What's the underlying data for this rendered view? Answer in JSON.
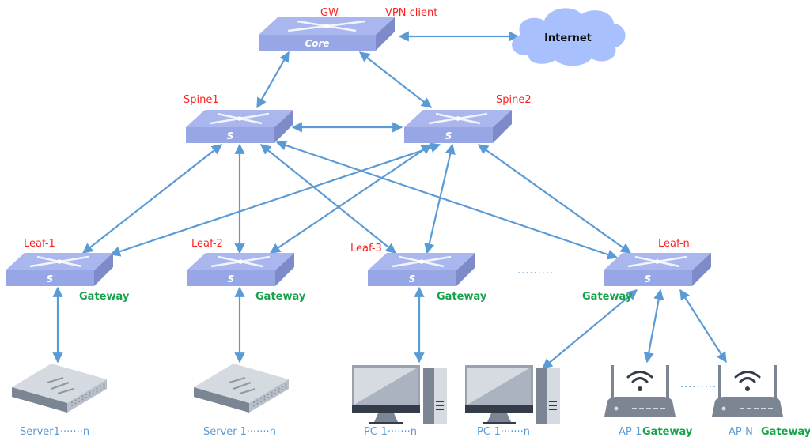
{
  "colors": {
    "link": "#5b9bd5",
    "switch_top": "#aab6ee",
    "switch_front": "#97a7e6",
    "switch_side": "#7d8bc8",
    "cloud": "#a9c0ff",
    "label_red": "#ff2020",
    "label_green": "#16a34a",
    "label_blue": "#5b9bd5"
  },
  "core": {
    "label": "GW",
    "text": "Core",
    "vpn_label": "VPN client"
  },
  "internet": {
    "label": "Internet"
  },
  "spines": [
    {
      "id": "spine1",
      "label": "Spine1",
      "text": "S"
    },
    {
      "id": "spine2",
      "label": "Spine2",
      "text": "S"
    }
  ],
  "leaves": [
    {
      "id": "leaf1",
      "label": "Leaf-1",
      "text": "S",
      "gateway": "Gateway"
    },
    {
      "id": "leaf2",
      "label": "Leaf-2",
      "text": "S",
      "gateway": "Gateway"
    },
    {
      "id": "leaf3",
      "label": "Leaf-3",
      "text": "S",
      "gateway": "Gateway"
    },
    {
      "id": "leafn",
      "label": "Leaf-n",
      "text": "S",
      "gateway": "Gateway"
    }
  ],
  "leaf_ellipsis": "·········",
  "endpoints": [
    {
      "id": "server1",
      "type": "server",
      "label": "Server1·······n"
    },
    {
      "id": "server2",
      "type": "server",
      "label": "Server-1·······n"
    },
    {
      "id": "pc1",
      "type": "pc",
      "label": "PC-1·······n"
    },
    {
      "id": "pc2",
      "type": "pc",
      "label": "PC-1·······n"
    },
    {
      "id": "ap1",
      "type": "ap",
      "label": "AP-1",
      "gateway": "Gateway"
    },
    {
      "id": "apn",
      "type": "ap",
      "label": "AP-N",
      "gateway": "Gateway"
    }
  ],
  "ap_ellipsis": "·········",
  "links": [
    [
      "core",
      "internet"
    ],
    [
      "core",
      "spine1"
    ],
    [
      "core",
      "spine2"
    ],
    [
      "spine1",
      "spine2"
    ],
    [
      "spine1",
      "leaf1"
    ],
    [
      "spine1",
      "leaf2"
    ],
    [
      "spine1",
      "leaf3"
    ],
    [
      "spine1",
      "leafn"
    ],
    [
      "spine2",
      "leaf1"
    ],
    [
      "spine2",
      "leaf2"
    ],
    [
      "spine2",
      "leaf3"
    ],
    [
      "spine2",
      "leafn"
    ],
    [
      "leaf1",
      "server1"
    ],
    [
      "leaf2",
      "server2"
    ],
    [
      "leaf3",
      "pc1"
    ],
    [
      "leafn",
      "pc2"
    ],
    [
      "leafn",
      "ap1"
    ],
    [
      "leafn",
      "apn"
    ]
  ]
}
